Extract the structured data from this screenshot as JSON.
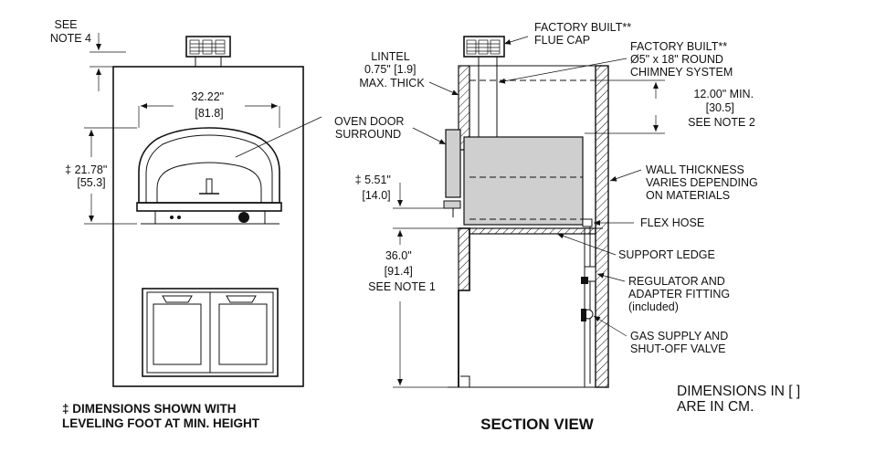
{
  "front_view": {
    "see_note_4": [
      "SEE",
      "NOTE 4"
    ],
    "width_dim": [
      "32.22\"",
      "[81.8]"
    ],
    "height_dim": [
      "‡ 21.78\"",
      "[55.3]"
    ]
  },
  "section_view": {
    "title": "SECTION VIEW",
    "flue_cap": [
      "FACTORY BUILT**",
      "FLUE CAP"
    ],
    "chimney": [
      "FACTORY BUILT**",
      "Ø5\" x 18\" ROUND",
      "CHIMNEY SYSTEM"
    ],
    "lintel": [
      "LINTEL",
      "0.75\" [1.9]",
      "MAX. THICK"
    ],
    "clearance": [
      "12.00\" MIN.",
      "[30.5]",
      "SEE NOTE 2"
    ],
    "oven_door": [
      "OVEN DOOR",
      "SURROUND"
    ],
    "wall_thickness": [
      "WALL THICKNESS",
      "VARIES DEPENDING",
      "ON MATERIALS"
    ],
    "door_height": [
      "‡ 5.51\"",
      "[14.0]"
    ],
    "flex_hose": "FLEX HOSE",
    "support_ledge": "SUPPORT LEDGE",
    "counter_height": [
      "36.0\"",
      "[91.4]",
      "SEE NOTE 1"
    ],
    "regulator": [
      "REGULATOR AND",
      "ADAPTER FITTING",
      "(included)"
    ],
    "gas_supply": [
      "GAS SUPPLY AND",
      "SHUT-OFF VALVE"
    ]
  },
  "notes": {
    "leveling": [
      "‡ DIMENSIONS SHOWN WITH",
      "LEVELING FOOT AT MIN. HEIGHT"
    ],
    "units": [
      "DIMENSIONS IN [  ]",
      "ARE IN CM."
    ]
  }
}
